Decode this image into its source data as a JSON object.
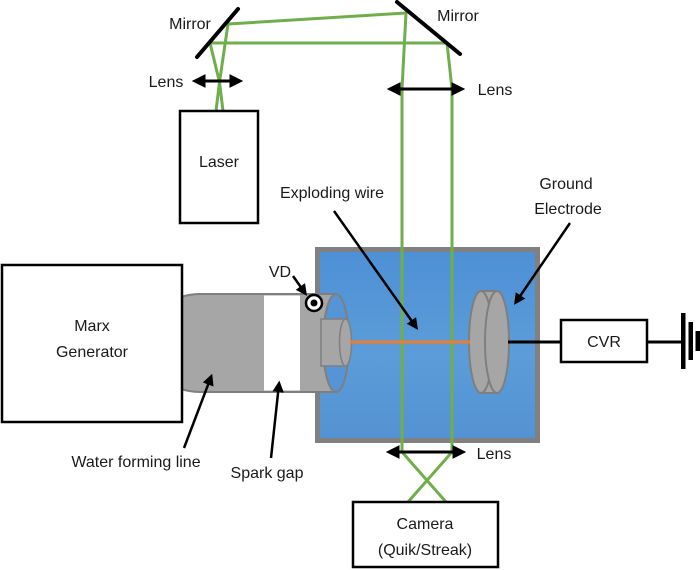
{
  "diagram": {
    "optics": {
      "mirror_left": "Mirror",
      "mirror_right": "Mirror",
      "lens_top_left": "Lens",
      "lens_top_right": "Lens",
      "lens_bottom": "Lens",
      "laser": "Laser",
      "camera_line1": "Camera",
      "camera_line2": "(Quik/Streak)"
    },
    "pulsed_power": {
      "marx_line1": "Marx",
      "marx_line2": "Generator",
      "water_forming_line": "Water forming line",
      "spark_gap": "Spark gap",
      "vd": "VD",
      "cvr": "CVR"
    },
    "load": {
      "exploding_wire": "Exploding wire",
      "ground_electrode_line1": "Ground",
      "ground_electrode_line2": "Electrode"
    },
    "colors": {
      "laser_beam_green": "#6fae4b",
      "water_blue": "#5594d6",
      "chamber_border_gray": "#808080",
      "metal_gray": "#a6a6a6",
      "metal_outline_gray": "#7f7f7f",
      "exploding_wire_orange": "#ed7d31",
      "ink_black": "#1a1a1a"
    }
  }
}
